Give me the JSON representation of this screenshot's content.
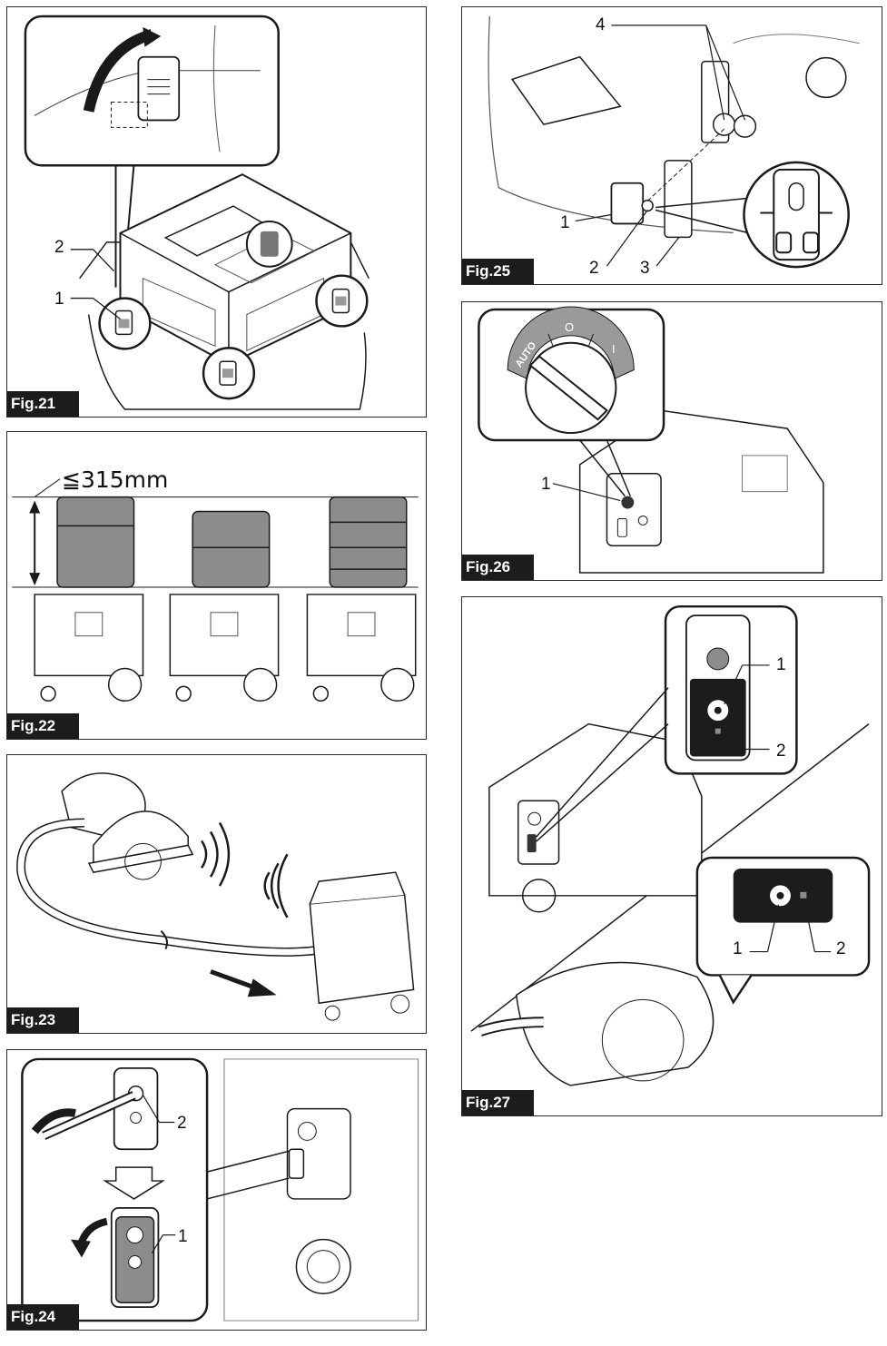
{
  "figures": {
    "fig21": {
      "label": "Fig.21",
      "callouts": {
        "c1": "1",
        "c2": "2"
      }
    },
    "fig22": {
      "label": "Fig.22",
      "max_height": "≦315mm"
    },
    "fig23": {
      "label": "Fig.23"
    },
    "fig24": {
      "label": "Fig.24",
      "callouts": {
        "c1": "1",
        "c2": "2"
      }
    },
    "fig25": {
      "label": "Fig.25",
      "callouts": {
        "c1": "1",
        "c2": "2",
        "c3": "3",
        "c4": "4"
      }
    },
    "fig26": {
      "label": "Fig.26",
      "callouts": {
        "c1": "1"
      },
      "dial": {
        "auto": "AUTO",
        "off": "O",
        "on": "I"
      }
    },
    "fig27": {
      "label": "Fig.27",
      "callouts": {
        "a1": "1",
        "a2": "2",
        "b1": "1",
        "b2": "2"
      }
    }
  },
  "colors": {
    "line": "#1a1a1a",
    "box_gray": "#8c8c8c",
    "label_bg": "#1c1c1c",
    "dial_band": "#9a9a9a"
  }
}
